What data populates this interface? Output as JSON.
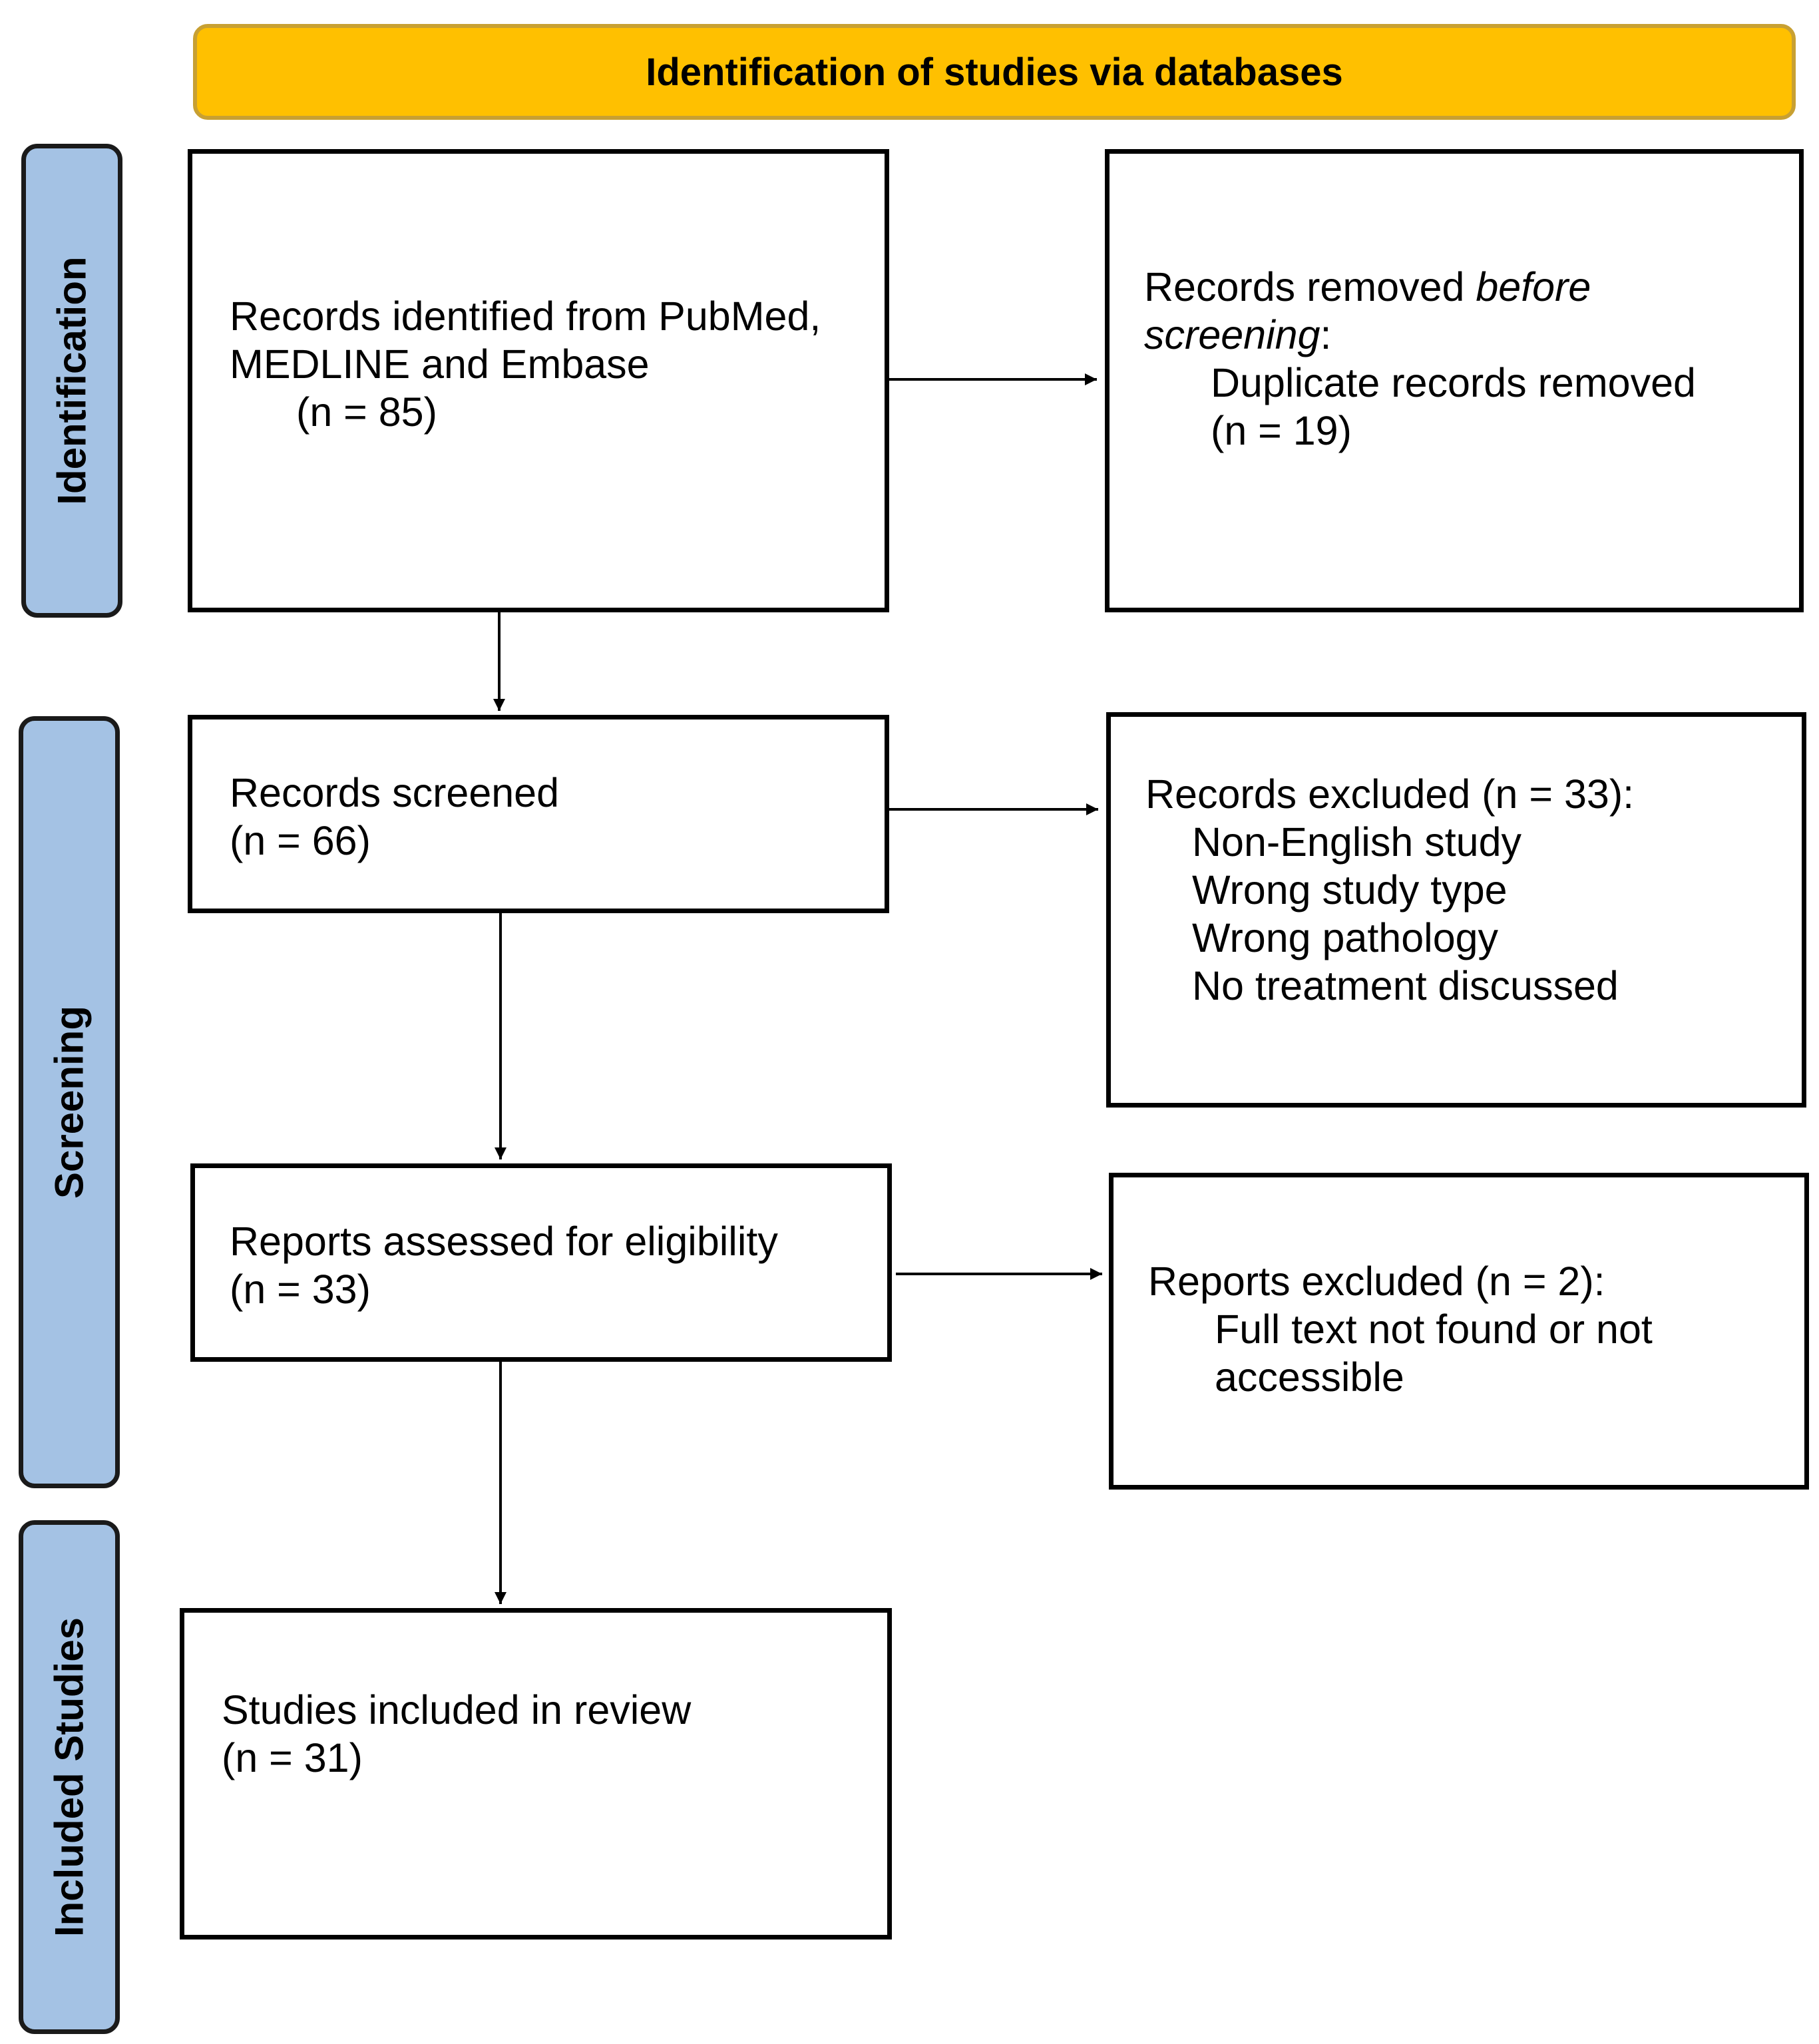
{
  "header": {
    "title": "Identification of studies via databases"
  },
  "phases": {
    "identification": "Identification",
    "screening": "Screening",
    "included": "Included Studies"
  },
  "boxes": {
    "identified": {
      "line1": "Records identified from PubMed,",
      "line2": "MEDLINE and Embase",
      "count": "(n = 85)"
    },
    "removed": {
      "prefix": "Records removed ",
      "italic1": "before",
      "italic2": "screening",
      "suffix": ":",
      "item": "Duplicate records removed",
      "count": "(n = 19)"
    },
    "screened": {
      "line1": "Records screened",
      "count": "(n = 66)"
    },
    "excluded": {
      "line1": "Records excluded (n = 33):",
      "reasons": [
        "Non-English study",
        "Wrong study type",
        "Wrong pathology",
        "No treatment discussed"
      ]
    },
    "assessed": {
      "line1": "Reports assessed for eligibility",
      "count": "(n = 33)"
    },
    "reports_excluded": {
      "line1": "Reports excluded (n = 2):",
      "reason1": "Full text not found or not",
      "reason2": "accessible"
    },
    "included": {
      "line1": "Studies included in review",
      "count": "(n = 31)"
    }
  }
}
